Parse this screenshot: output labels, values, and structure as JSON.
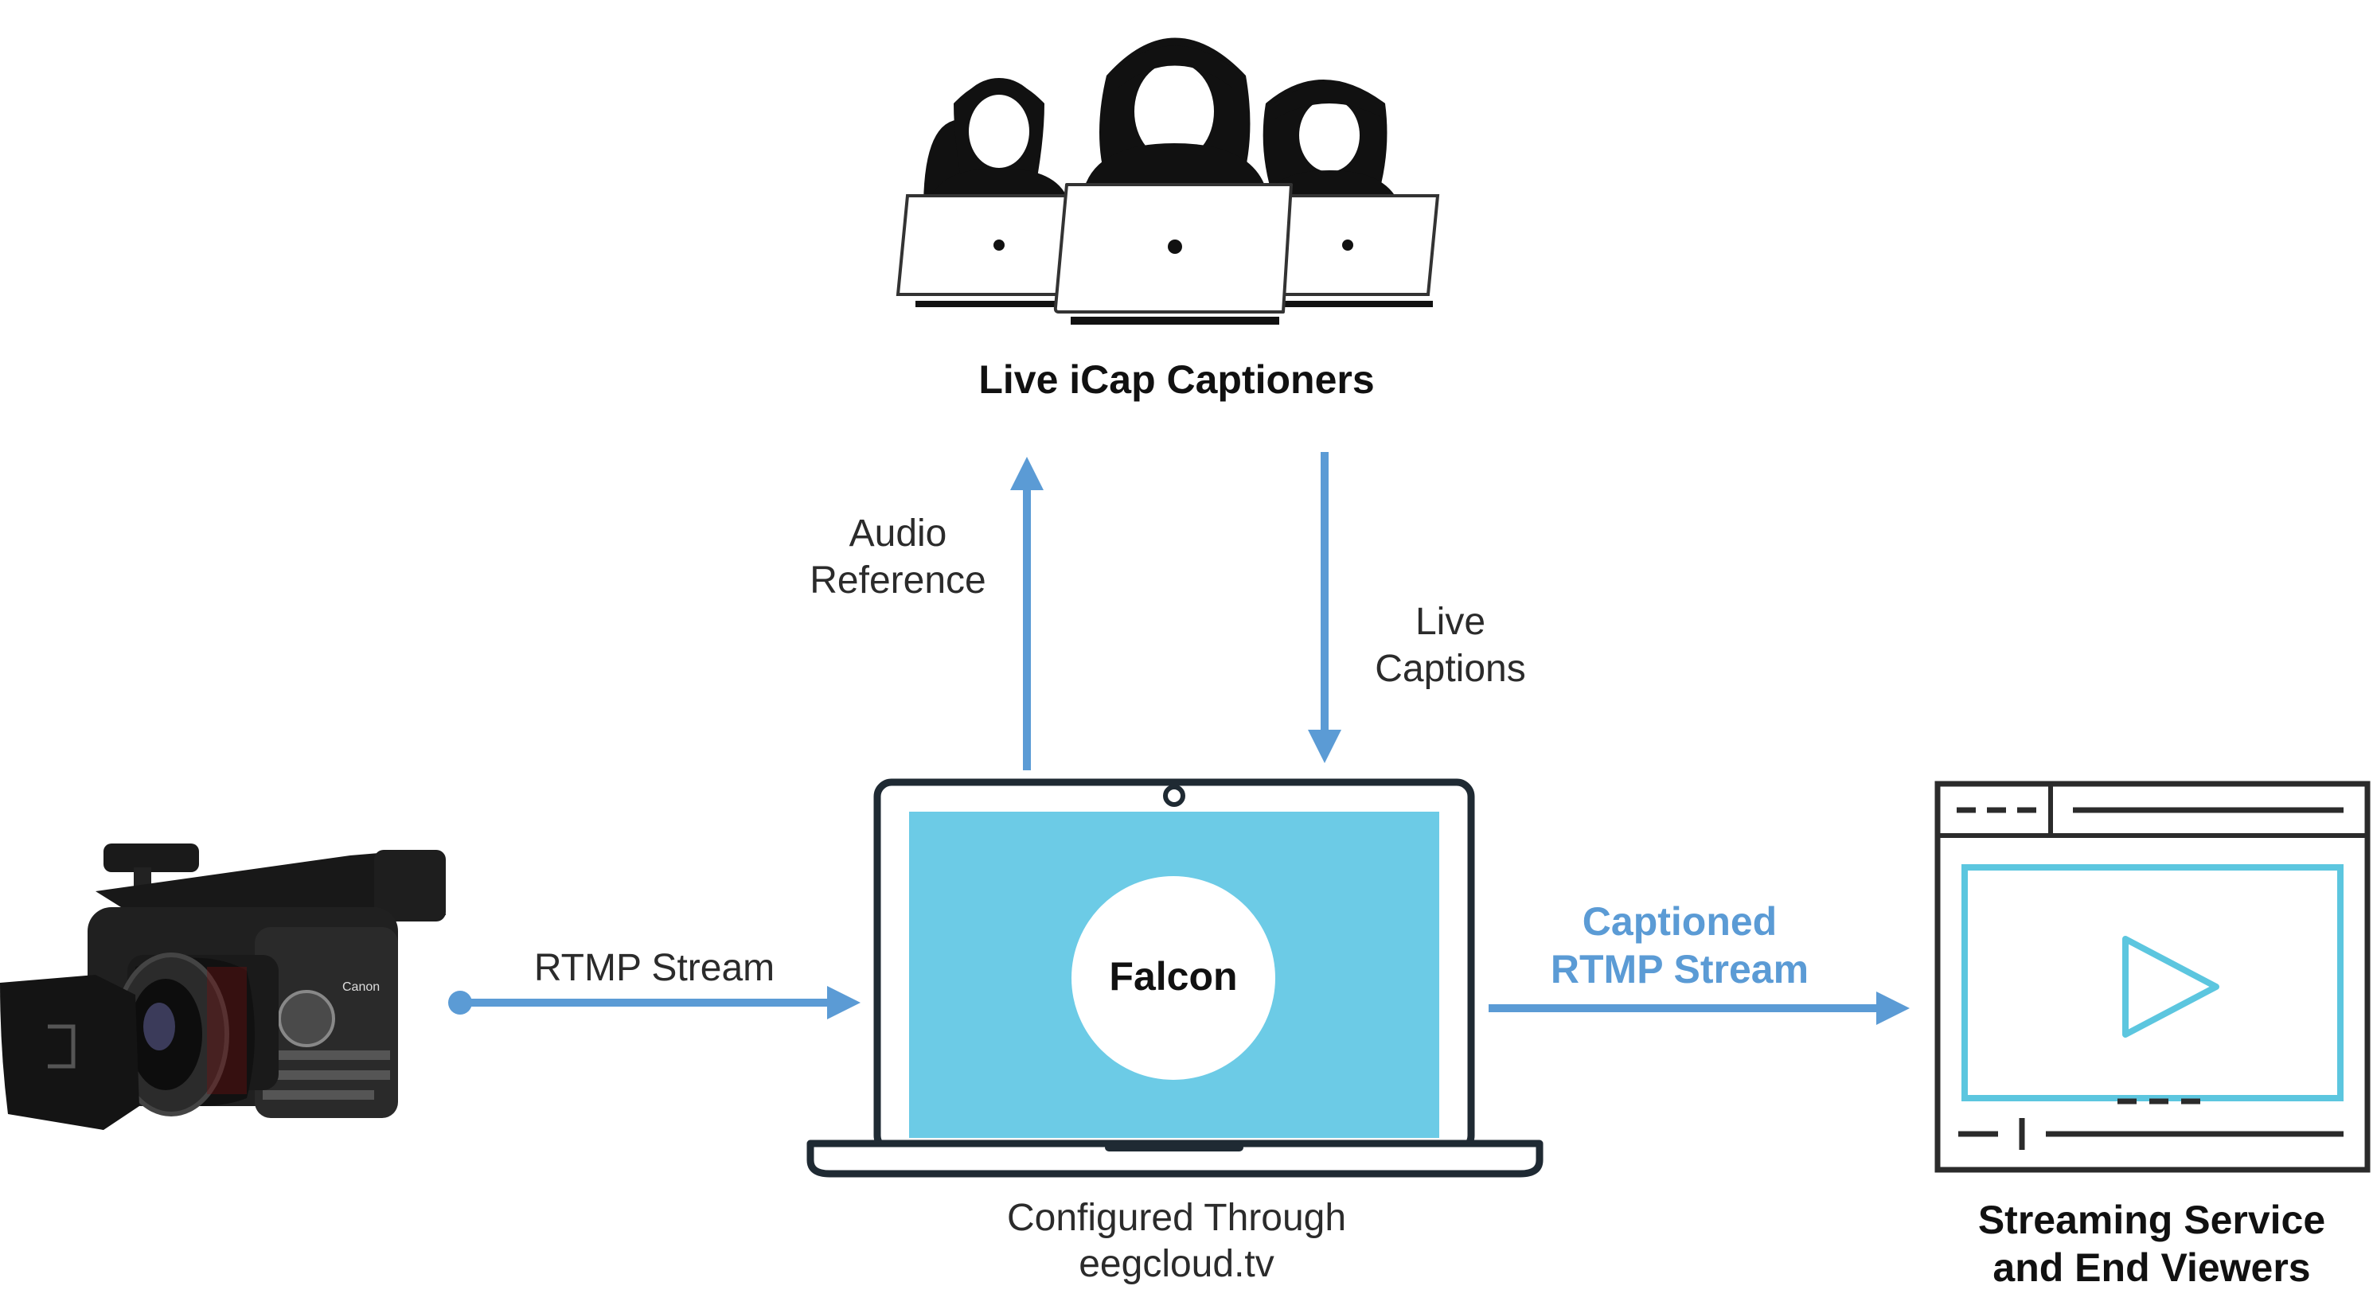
{
  "labels": {
    "captioners_title": "Live iCap Captioners",
    "audio_reference_line1": "Audio",
    "audio_reference_line2": "Reference",
    "live_captions_line1": "Live",
    "live_captions_line2": "Captions",
    "rtmp_stream": "RTMP Stream",
    "captioned_line1": "Captioned",
    "captioned_line2": "RTMP Stream",
    "falcon": "Falcon",
    "configured_line1": "Configured Through",
    "configured_line2": "eegcloud.tv",
    "streaming_line1": "Streaming Service",
    "streaming_line2": "and End Viewers",
    "camera_brand": "Canon"
  },
  "colors": {
    "arrow_blue": "#5b9bd5",
    "screen_cyan": "#6ccbe6",
    "player_cyan": "#5cc6df",
    "dark_outline": "#1f2a33",
    "caption_blue_text": "#5b9bd5"
  },
  "icons": [
    "captioner-person-icon",
    "laptop-icon",
    "video-camera-icon",
    "video-player-icon",
    "play-icon"
  ]
}
